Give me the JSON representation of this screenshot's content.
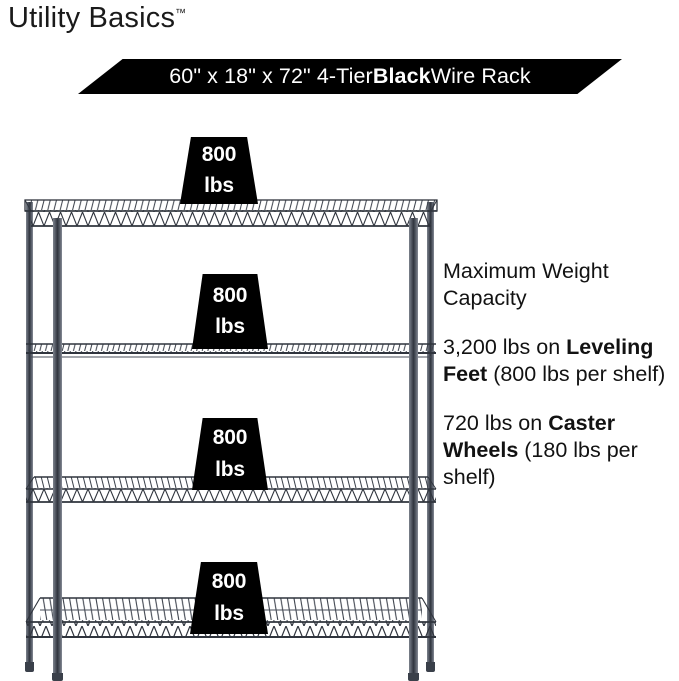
{
  "brand": {
    "name": "Utility Basics",
    "trademark": "™"
  },
  "banner": {
    "prefix": "60\" x 18\" x 72\" 4-Tier ",
    "emphasis": "Black",
    "suffix": " Wire Rack"
  },
  "product": {
    "shelf_count": 4,
    "badges": [
      {
        "num": "800",
        "unit": "lbs"
      },
      {
        "num": "800",
        "unit": "lbs"
      },
      {
        "num": "800",
        "unit": "lbs"
      },
      {
        "num": "800",
        "unit": "lbs"
      }
    ]
  },
  "info": {
    "heading": "Maximum Weight Capacity",
    "leveling": {
      "lead": "3,200 lbs on ",
      "emphasis": "Leveling Feet",
      "tail": " (800 lbs per shelf)"
    },
    "caster": {
      "lead": "720 lbs on ",
      "emphasis": "Caster Wheels",
      "tail": " (180 lbs per shelf)"
    }
  },
  "colors": {
    "banner_bg": "#000000",
    "banner_text": "#ffffff",
    "badge_bg": "#000000",
    "badge_text": "#ffffff",
    "body_text": "#121212",
    "metal_dark": "#2f343d",
    "metal_light": "#868b95",
    "page_bg": "#ffffff"
  }
}
